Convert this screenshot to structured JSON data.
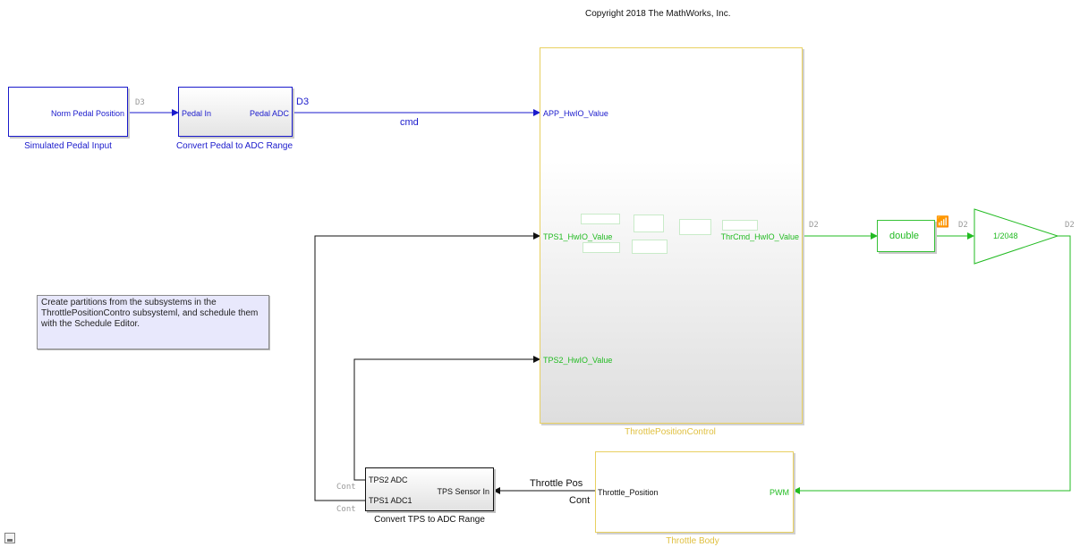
{
  "copyright": "Copyright 2018 The MathWorks, Inc.",
  "blocks": {
    "simulated_pedal": {
      "port_label": "Norm Pedal Position",
      "name": "Simulated Pedal Input",
      "out_dim": "D3"
    },
    "convert_pedal": {
      "in_label": "Pedal In",
      "out_label": "Pedal ADC",
      "name": "Convert Pedal to ADC Range",
      "out_dim": "D3"
    },
    "signal_cmd": "cmd",
    "throttle_position_control": {
      "name": "ThrottlePositionControl",
      "in1": "APP_HwIO_Value",
      "in2": "TPS1_HwIO_Value",
      "in3": "TPS2_HwIO_Value",
      "out1": "ThrCmd_HwIO_Value",
      "out_dim": "D2"
    },
    "double_block": {
      "label": "double",
      "out_dim": "D2"
    },
    "gain_block": {
      "label": "1/2048",
      "out_dim": "D2"
    },
    "throttle_body": {
      "name": "Throttle Body",
      "in_label": "Throttle_Position",
      "out_label": "PWM"
    },
    "convert_tps": {
      "name": "Convert TPS to ADC Range",
      "out1": "TPS2 ADC",
      "out2": "TPS1 ADC1",
      "in_label": "TPS Sensor In",
      "cont1": "Cont",
      "cont2": "Cont"
    },
    "throttle_pos_signal": "Throttle Pos",
    "throttle_pos_cont": "Cont"
  },
  "annotation": "Create partitions from the subsystems in the ThrottlePositionContro subsysteml, and schedule them with the Schedule Editor.",
  "colors": {
    "blue": "#1a1acc",
    "green": "#22bb22",
    "yellow": "#e0c040",
    "wire_black": "#111111"
  }
}
